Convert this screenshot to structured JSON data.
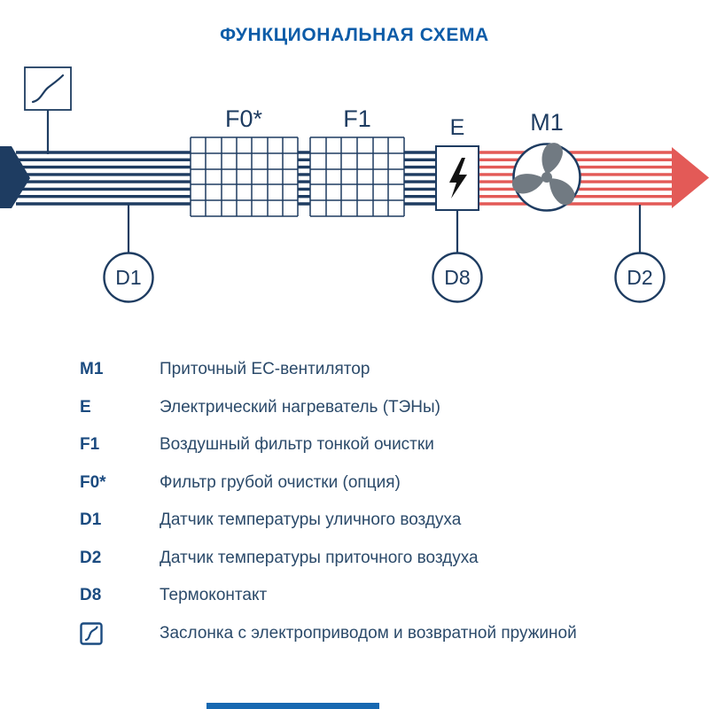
{
  "title": "ФУНКЦИОНАЛЬНАЯ СХЕМА",
  "colors": {
    "title_blue": "#0d5ca8",
    "stream_navy": "#1e3c61",
    "stream_red": "#e35a57",
    "fan_gray": "#717a82",
    "legend_key_blue": "#1b4b80",
    "legend_text": "#2b4a6a"
  },
  "diagram": {
    "labels": {
      "f0": "F0*",
      "f1": "F1",
      "e": "E",
      "m1": "M1",
      "d1": "D1",
      "d8": "D8",
      "d2": "D2"
    },
    "icons": {
      "damper": "damper-icon",
      "heater": "lightning-icon",
      "fan": "fan-icon"
    }
  },
  "legend": {
    "items": [
      {
        "key": "M1",
        "text": "Приточный EC-вентилятор"
      },
      {
        "key": "E",
        "text": "Электрический нагреватель (ТЭНы)"
      },
      {
        "key": "F1",
        "text": "Воздушный фильтр тонкой очистки"
      },
      {
        "key": "F0*",
        "text": "Фильтр грубой очистки (опция)"
      },
      {
        "key": "D1",
        "text": "Датчик температуры уличного воздуха"
      },
      {
        "key": "D2",
        "text": "Датчик температуры приточного воздуха"
      },
      {
        "key": "D8",
        "text": "Термоконтакт"
      },
      {
        "key": "",
        "icon": "damper-icon",
        "text": "Заслонка с электроприводом и возвратной пружиной"
      }
    ]
  }
}
